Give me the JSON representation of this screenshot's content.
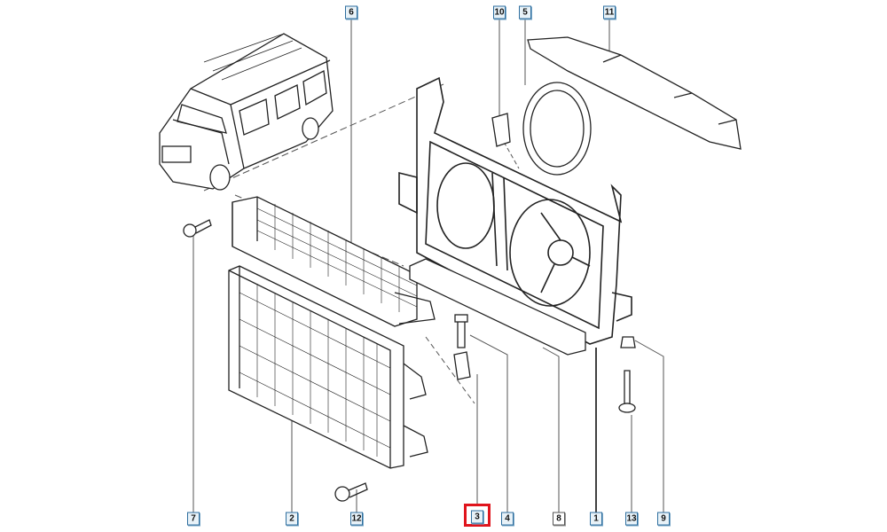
{
  "diagram": {
    "title": "Radiator and front end panel exploded view",
    "highlight_color": "#e0141c",
    "label_color": "#2f6f9f",
    "callouts": [
      {
        "id": "6",
        "label": "6"
      },
      {
        "id": "10",
        "label": "10"
      },
      {
        "id": "5",
        "label": "5"
      },
      {
        "id": "11",
        "label": "11"
      },
      {
        "id": "7",
        "label": "7"
      },
      {
        "id": "2",
        "label": "2"
      },
      {
        "id": "12",
        "label": "12"
      },
      {
        "id": "3",
        "label": "3",
        "highlighted": true
      },
      {
        "id": "4",
        "label": "4"
      },
      {
        "id": "8",
        "label": "8"
      },
      {
        "id": "1",
        "label": "1"
      },
      {
        "id": "13",
        "label": "13"
      },
      {
        "id": "9",
        "label": "9"
      }
    ]
  }
}
